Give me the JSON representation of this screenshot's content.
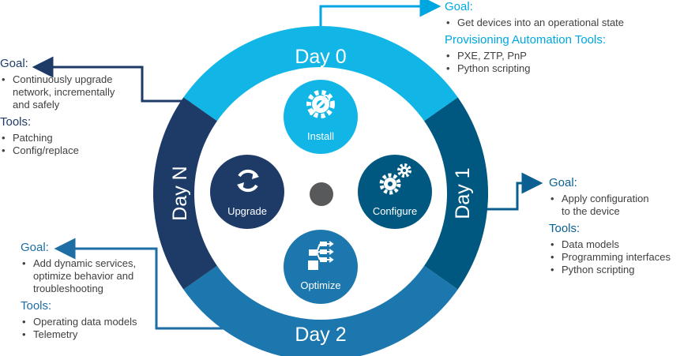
{
  "cycle": {
    "day0": "Day 0",
    "day1": "Day 1",
    "day2": "Day 2",
    "dayN": "Day N"
  },
  "actions": {
    "install": "Install",
    "configure": "Configure",
    "optimize": "Optimize",
    "upgrade": "Upgrade"
  },
  "icons": {
    "install": "wrench-gear-icon",
    "configure": "gears-icon",
    "optimize": "workflow-icon",
    "upgrade": "refresh-icon"
  },
  "colors": {
    "day0": "#12b6e6",
    "day1": "#00577f",
    "day2": "#1b77ad",
    "dayN": "#1e3b68",
    "center": "#58595b"
  },
  "day0_panel": {
    "goal_label": "Goal:",
    "goals": [
      "Get devices into an operational state"
    ],
    "tools_label": "Provisioning Automation Tools:",
    "tools": [
      "PXE, ZTP, PnP",
      "Python scripting"
    ]
  },
  "day1_panel": {
    "goal_label": "Goal:",
    "goals": [
      "Apply configuration to the device"
    ],
    "tools_label": "Tools:",
    "tools": [
      "Data models",
      "Programming interfaces",
      "Python scripting"
    ]
  },
  "day2_panel": {
    "goal_label": "Goal:",
    "goals": [
      "Add dynamic services, optimize behavior and troubleshooting"
    ],
    "tools_label": "Tools:",
    "tools": [
      "Operating data models",
      "Telemetry"
    ]
  },
  "dayN_panel": {
    "goal_label": "Goal:",
    "goals": [
      "Continuously upgrade network, incrementally and safely"
    ],
    "tools_label": "Tools:",
    "tools": [
      "Patching",
      "Config/replace"
    ]
  }
}
